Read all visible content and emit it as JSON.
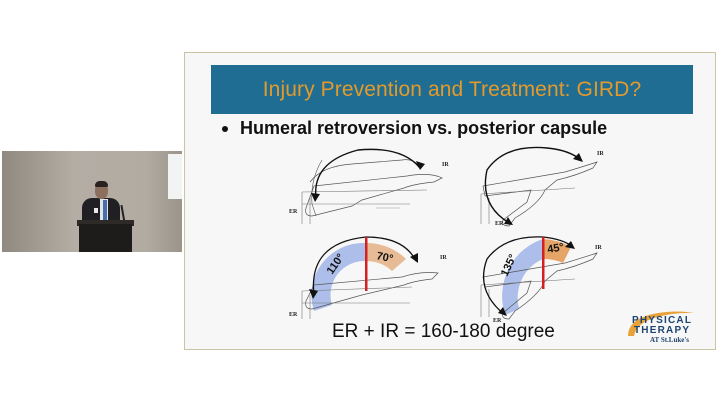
{
  "video": {
    "description": "speaker-at-podium"
  },
  "slide": {
    "title": "Injury Prevention and Treatment: GIRD?",
    "bullets": [
      "Humeral retroversion vs. posterior capsule"
    ],
    "figures": [
      {
        "position": "top-left",
        "labels": {
          "er": "ER",
          "ir": "IR"
        }
      },
      {
        "position": "top-right",
        "labels": {
          "er": "ER",
          "ir": "IR"
        }
      },
      {
        "position": "bottom-left",
        "labels": {
          "er": "ER",
          "ir": "IR"
        },
        "er_angle": "110°",
        "ir_angle": "70°"
      },
      {
        "position": "bottom-right",
        "labels": {
          "er": "ER",
          "ir": "IR"
        },
        "er_angle": "135°",
        "ir_angle": "45°"
      }
    ],
    "formula": "ER + IR = 160-180 degree",
    "logo": {
      "line1": "PHYSICAL",
      "line2": "THERAPY",
      "line3": "AT St.Luke's"
    }
  },
  "colors": {
    "title_bar": "#1f6d93",
    "title_text": "#e39a2b",
    "er_arc": "#9fb4e6",
    "ir_arc": "#e3b48a",
    "divider": "#d42020",
    "logo_blue": "#1d4370",
    "logo_swoosh": "#e8a23a"
  }
}
